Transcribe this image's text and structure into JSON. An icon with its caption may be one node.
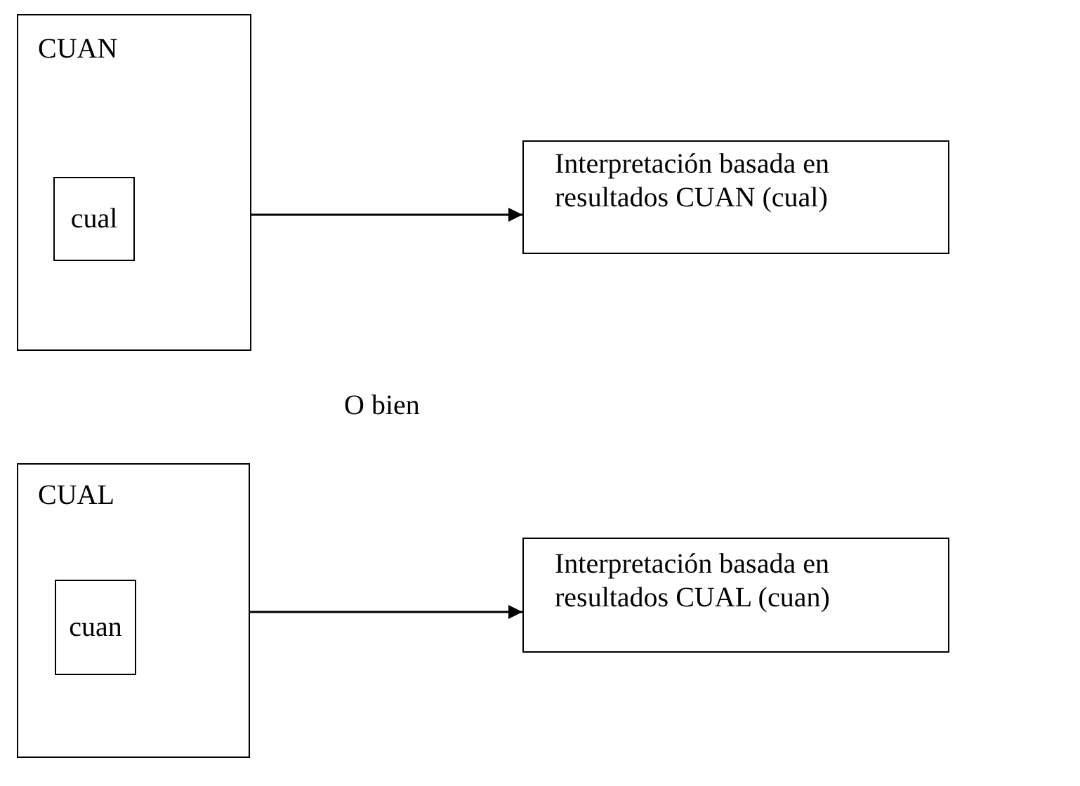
{
  "diagram": {
    "nodes": [
      {
        "text": [
          "CUAN"
        ]
      },
      {
        "text": [
          "cual"
        ],
        "in": 0
      },
      {
        "text": [
          "Interpretación basada en resultados CUAN (cual)"
        ]
      },
      {
        "text": [
          "CUAL"
        ]
      },
      {
        "text": [
          "cuan"
        ],
        "in": 3
      },
      {
        "text": [
          "Interpretación basada en resultados CUAL (cuan)"
        ]
      }
    ],
    "edges": [
      {
        "from": 0,
        "to": 2,
        "arrow": "to"
      },
      {
        "from": 3,
        "to": 5,
        "arrow": "to"
      }
    ],
    "labels": [
      "O bien"
    ]
  }
}
